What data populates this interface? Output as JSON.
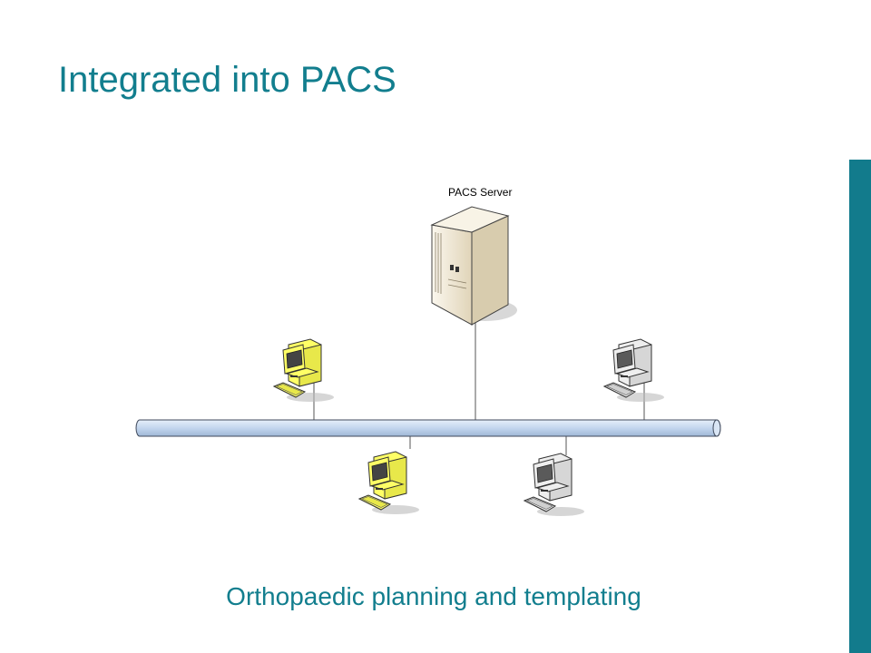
{
  "slide": {
    "title": "Integrated into PACS",
    "caption": "Orthopaedic planning and templating"
  },
  "network": {
    "server_label": "PACS Server",
    "nodes": [
      {
        "id": "workstation-top-left",
        "highlighted": true
      },
      {
        "id": "workstation-top-right",
        "highlighted": false
      },
      {
        "id": "workstation-bottom-left",
        "highlighted": true
      },
      {
        "id": "workstation-bottom-right",
        "highlighted": false
      }
    ]
  },
  "colors": {
    "accent": "#127e8e",
    "bus_fill": "#c6d9f0",
    "highlight": "#ffff66",
    "workstation_normal": "#e4e4e4",
    "server_fill": "#efe7d4"
  }
}
